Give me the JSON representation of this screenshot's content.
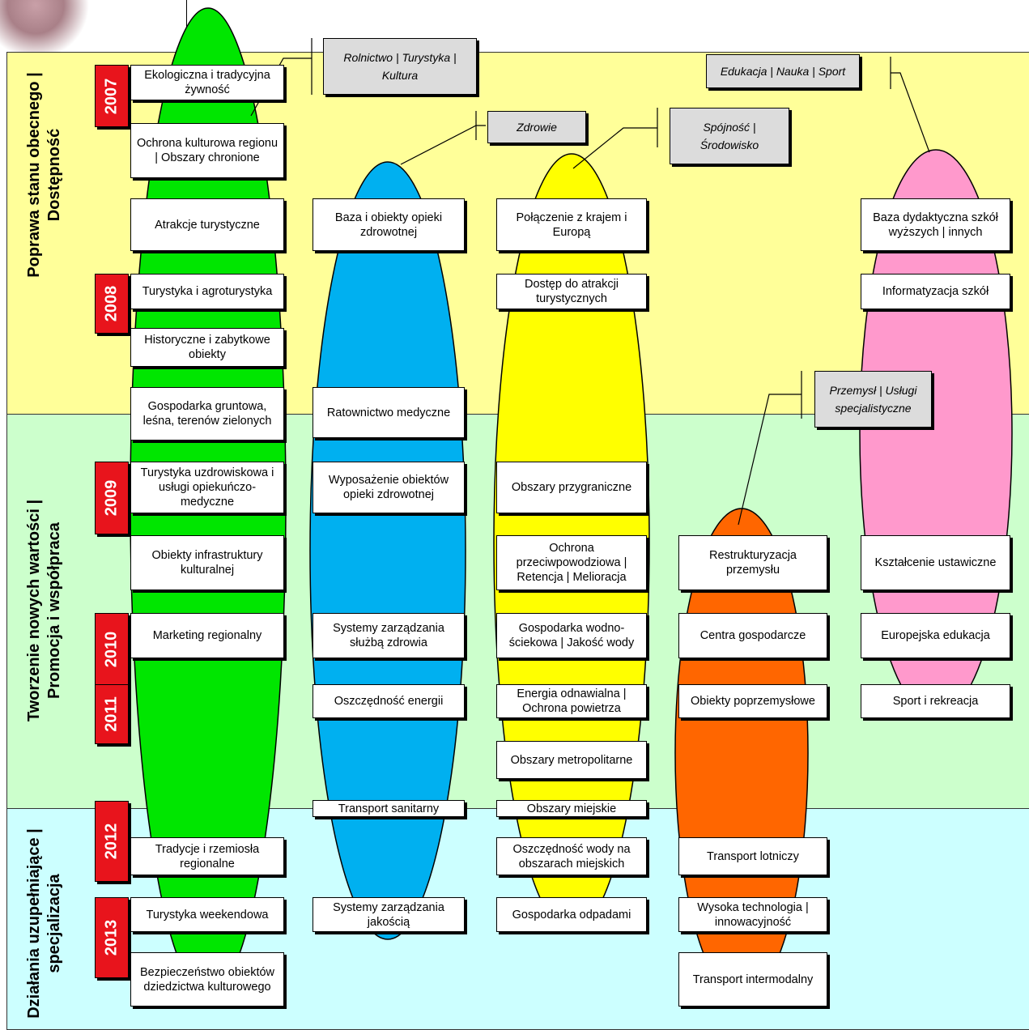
{
  "colors": {
    "band_top": "#ffff99",
    "band_middle": "#ccffcc",
    "band_bottom": "#ccffff",
    "ellipse_culture": "#00e600",
    "ellipse_health": "#00b0f0",
    "ellipse_infrastructure": "#ffff00",
    "ellipse_industry": "#ff6600",
    "ellipse_education": "#ff99cc",
    "year_badge": "#e8141c"
  },
  "bands": {
    "top": {
      "line1": "Poprawa stanu obecnego |",
      "line2": "Dostępność"
    },
    "middle": {
      "line1": "Tworzenie nowych wartości |",
      "line2": "Promocja i współpraca"
    },
    "bottom": {
      "line1": "Działania uzupełniające |",
      "line2": "specjalizacja"
    }
  },
  "years": [
    "2007",
    "2008",
    "2009",
    "2010",
    "2011",
    "2012",
    "2013"
  ],
  "callouts": {
    "rolnictwo": "Rolnictwo | Turystyka | Kultura",
    "zdrowie": "Zdrowie",
    "spojnosc": "Spójność | Środowisko",
    "edukacja": "Edukacja | Nauka | Sport",
    "przemysl": "Przemysł | Usługi specjalistyczne"
  },
  "culture": [
    "Ekologiczna i tradycyjna żywność",
    "Ochrona kulturowa regionu | Obszary chronione",
    "Atrakcje turystyczne",
    "Turystyka i agroturystyka",
    "Historyczne i zabytkowe obiekty",
    "Gospodarka gruntowa, leśna, terenów zielonych",
    "Turystyka uzdrowiskowa i usługi opiekuńczo-medyczne",
    "Obiekty infrastruktury kulturalnej",
    "Marketing regionalny",
    "Tradycje i rzemiosła regionalne",
    "Turystyka weekendowa",
    "Bezpieczeństwo obiektów dziedzictwa kulturowego"
  ],
  "health": [
    "Baza i obiekty opieki zdrowotnej",
    "Ratownictwo medyczne",
    "Wyposażenie obiektów opieki zdrowotnej",
    "Systemy zarządzania służbą zdrowia",
    "Oszczędność energii",
    "Transport sanitarny",
    "Systemy zarządzania jakością"
  ],
  "infrastructure": [
    "Połączenie z krajem i Europą",
    "Dostęp do atrakcji turystycznych",
    "Obszary przygraniczne",
    "Ochrona przeciwpowodziowa | Retencja | Melioracja",
    "Gospodarka wodno-ściekowa | Jakość wody",
    "Energia odnawialna | Ochrona powietrza",
    "Obszary metropolitarne",
    "Obszary miejskie",
    "Oszczędność wody na obszarach miejskich",
    "Gospodarka odpadami"
  ],
  "industry": [
    "Restrukturyzacja przemysłu",
    "Centra gospodarcze",
    "Obiekty poprzemysłowe",
    "Transport lotniczy",
    "Wysoka technologia | innowacyjność",
    "Transport intermodalny"
  ],
  "education": [
    "Baza dydaktyczna szkół wyższych | innych",
    "Informatyzacja szkół",
    "Kształcenie ustawiczne",
    "Europejska edukacja",
    "Sport i rekreacja"
  ]
}
